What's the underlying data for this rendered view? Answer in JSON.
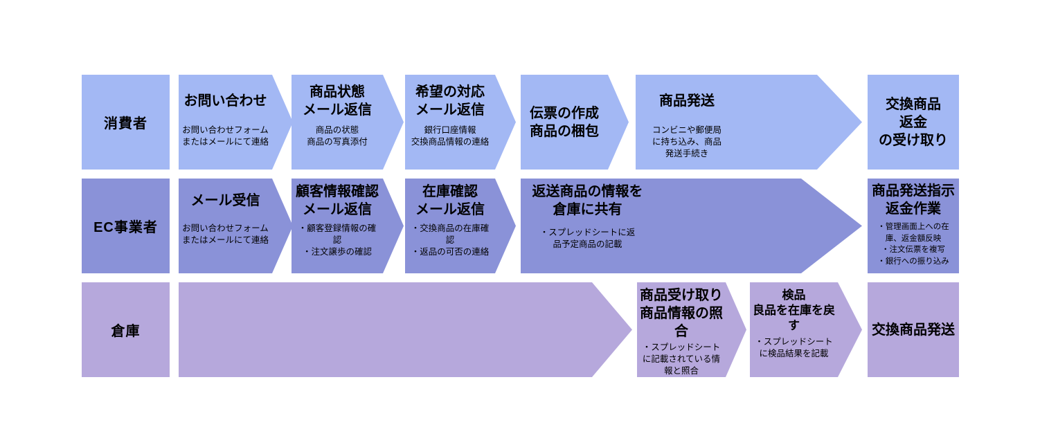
{
  "diagram": {
    "type": "swimlane-process-flow",
    "background": "#ffffff",
    "text_color": "#000000",
    "lanes": [
      {
        "label": "消費者",
        "color": "#a3b8f4",
        "steps": [
          {
            "title": "お問い合わせ",
            "sub": "お問い合わせフォーム\nまたはメールにて連絡"
          },
          {
            "title": "商品状態\nメール返信",
            "sub": "商品の状態\n商品の写真添付"
          },
          {
            "title": "希望の対応\nメール返信",
            "sub": "銀行口座情報\n交換商品情報の連絡"
          },
          {
            "title": "伝票の作成\n商品の梱包",
            "sub": ""
          },
          {
            "title": "商品発送",
            "sub": "コンビニや郵便局\nに持ち込み、商品\n発送手続き"
          },
          {
            "title": "交換商品\n返金\nの受け取り",
            "sub": ""
          }
        ]
      },
      {
        "label": "EC事業者",
        "color": "#8a92d8",
        "steps": [
          {
            "title": "メール受信",
            "sub": "お問い合わせフォーム\nまたはメールにて連絡"
          },
          {
            "title": "顧客情報確認\nメール返信",
            "sub": "・顧客登録情報の確\n認\n・注文譲歩の確認"
          },
          {
            "title": "在庫確認\nメール返信",
            "sub": "・交換商品の在庫確\n認\n・返品の可否の連絡"
          },
          {
            "title": "返送商品の情報を\n倉庫に共有",
            "sub": "・スプレッドシートに返\n品予定商品の記載"
          },
          {
            "title": "商品発送指示\n返金作業",
            "sub": "・管理画面上への在\n庫、返金額反映\n・注文伝票を複写\n・銀行への振り込み"
          }
        ]
      },
      {
        "label": "倉庫",
        "color": "#b6a8dc",
        "steps": [
          {
            "title": "",
            "sub": ""
          },
          {
            "title": "商品受け取り\n商品情報の照合",
            "sub": "・スプレッドシート\nに記載されている情\n報と照合"
          },
          {
            "title": "検品\n良品を在庫を戻す",
            "sub": "・スプレッドシート\nに検品結果を記載"
          },
          {
            "title": "交換商品発送",
            "sub": ""
          }
        ]
      }
    ]
  }
}
